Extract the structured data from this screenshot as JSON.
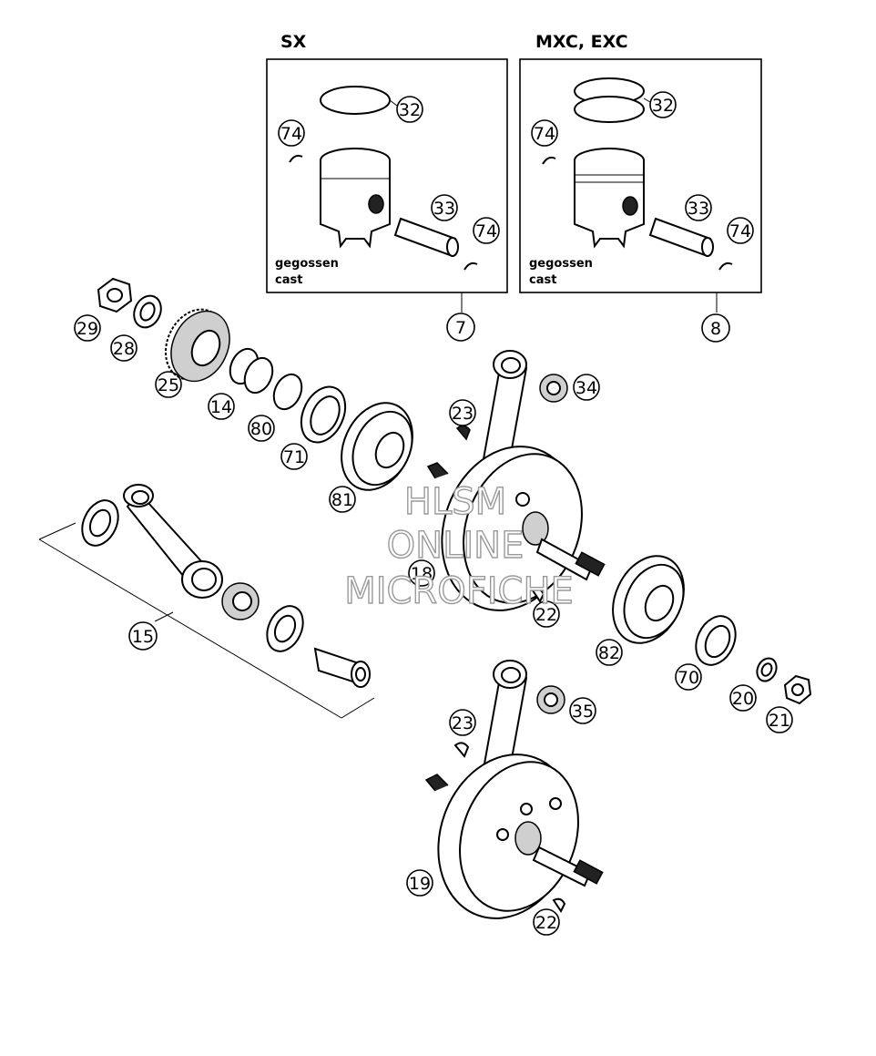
{
  "panels": {
    "sx": {
      "title": "SX",
      "caption_de": "gegossen",
      "caption_en": "cast",
      "kit_number": "7"
    },
    "mxc": {
      "title": "MXC, EXC",
      "caption_de": "gegossen",
      "caption_en": "cast",
      "kit_number": "8"
    }
  },
  "callouts": {
    "sx_ring": "32",
    "sx_clip_top": "74",
    "sx_pin": "33",
    "sx_clip_bottom": "74",
    "mxc_ring": "32",
    "mxc_clip_top": "74",
    "mxc_pin": "33",
    "mxc_clip_bottom": "74",
    "nut_left": "29",
    "washer_left": "28",
    "gear": "25",
    "bushing": "14",
    "oring": "80",
    "seal_left": "71",
    "bearing_left": "81",
    "bearing_needle_top": "34",
    "key_top": "23",
    "crank_top": "18",
    "key_mid": "22",
    "bearing_right": "82",
    "seal_right": "70",
    "washer_right": "20",
    "nut_right": "21",
    "conrod_kit": "15",
    "bearing_needle_bottom": "35",
    "key_bottom_top": "23",
    "crank_bottom": "19",
    "key_bottom": "22"
  },
  "watermark": {
    "line1": "HLSM",
    "line2": "ONLINE",
    "line3": "MICROFICHE"
  }
}
